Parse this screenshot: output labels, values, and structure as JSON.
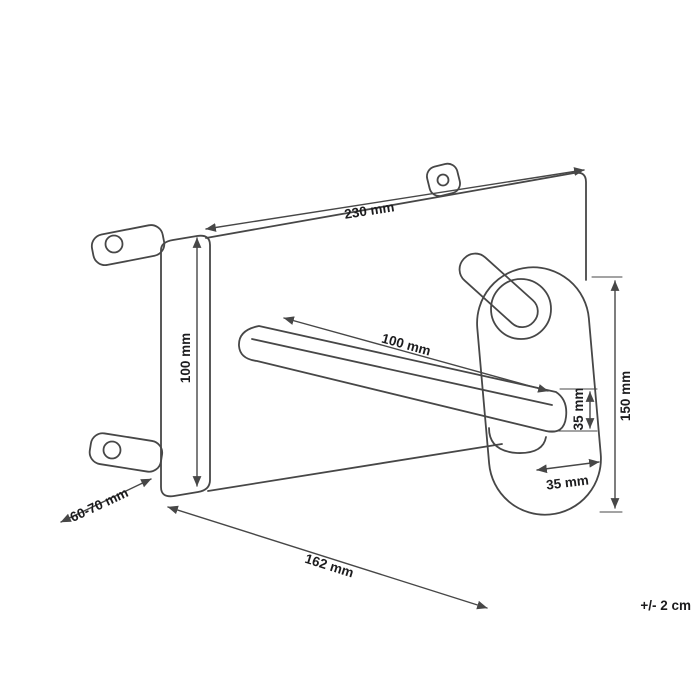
{
  "labels": {
    "plate_width": "230 mm",
    "plate_height": "100 mm",
    "spout_length": "100 mm",
    "trim_height": "150 mm",
    "spout_height": "35 mm",
    "trim_width": "35 mm",
    "installation_depth": "60-70 mm",
    "overall_width": "162 mm",
    "tolerance": "+/- 2 cm"
  },
  "colors": {
    "line": "#474747",
    "label": "#1c1c1e",
    "background": "#ffffff"
  }
}
